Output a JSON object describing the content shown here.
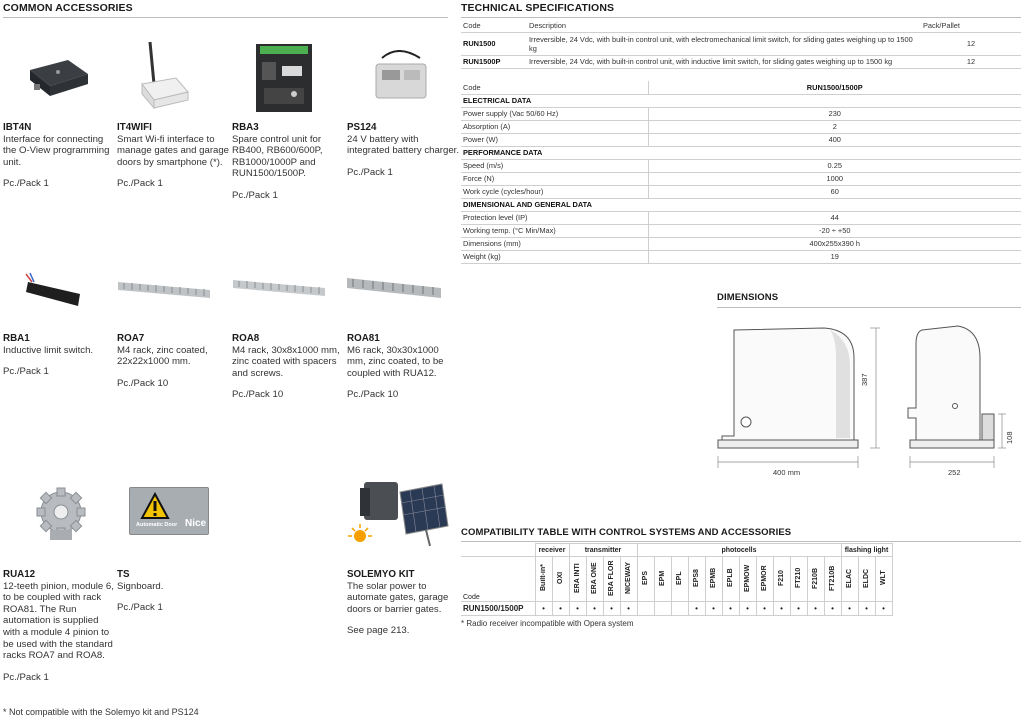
{
  "common_accessories": {
    "title": "COMMON ACCESSORIES",
    "items": [
      {
        "code": "IBT4N",
        "desc": "Interface for connecting the O-View programming unit.",
        "pack": "Pc./Pack  1"
      },
      {
        "code": "IT4WIFI",
        "desc": "Smart Wi-fi interface to manage gates and garage doors by smartphone (*).",
        "pack": "Pc./Pack  1"
      },
      {
        "code": "RBA3",
        "desc": "Spare control unit for RB400, RB600/600P, RB1000/1000P and RUN1500/1500P.",
        "pack": "Pc./Pack  1"
      },
      {
        "code": "PS124",
        "desc": "24 V battery with integrated battery charger.",
        "pack": "Pc./Pack  1"
      },
      {
        "code": "RBA1",
        "desc": "Inductive limit switch.",
        "pack": "Pc./Pack  1"
      },
      {
        "code": "ROA7",
        "desc": "M4 rack, zinc coated, 22x22x1000 mm.",
        "pack": "Pc./Pack  10"
      },
      {
        "code": "ROA8",
        "desc": "M4 rack, 30x8x1000 mm, zinc coated with spacers and screws.",
        "pack": "Pc./Pack  10"
      },
      {
        "code": "ROA81",
        "desc": "M6 rack, 30x30x1000 mm, zinc coated, to be coupled with RUA12.",
        "pack": "Pc./Pack  10"
      },
      {
        "code": "RUA12",
        "desc": "12-teeth pinion, module 6, to be coupled with rack ROA81. The Run automation is supplied with a module 4 pinion to be used with the standard racks ROA7 and ROA8.",
        "pack": "Pc./Pack  1"
      },
      {
        "code": "TS",
        "desc": "Signboard.",
        "pack": "Pc./Pack  1"
      },
      {
        "code": "SOLEMYO KIT",
        "desc": "The solar power to automate gates, garage doors or barrier gates.",
        "pack": "See page 213."
      }
    ],
    "ts_sign_text": "Automatic Door",
    "ts_logo_text": "Nice",
    "footnote": "* Not compatible with the Solemyo kit and PS124"
  },
  "technical_specifications": {
    "title": "TECHNICAL SPECIFICATIONS",
    "header": {
      "code": "Code",
      "description": "Description",
      "pack": "Pack/Pallet"
    },
    "products": [
      {
        "code": "RUN1500",
        "description": "Irreversible, 24 Vdc, with built-in control unit, with electromechanical limit switch, for sliding gates weighing up to 1500 kg",
        "pack": "12"
      },
      {
        "code": "RUN1500P",
        "description": "Irreversible, 24 Vdc, with built-in control unit, with inductive limit switch, for sliding gates weighing up to 1500 kg",
        "pack": "12"
      }
    ],
    "spec_header": {
      "label": "Code",
      "value": "RUN1500/1500P"
    },
    "groups": [
      {
        "title": "ELECTRICAL DATA",
        "rows": [
          {
            "label": "Power supply (Vac 50/60 Hz)",
            "value": "230"
          },
          {
            "label": "Absorption (A)",
            "value": "2"
          },
          {
            "label": "Power (W)",
            "value": "400"
          }
        ]
      },
      {
        "title": "PERFORMANCE DATA",
        "rows": [
          {
            "label": "Speed (m/s)",
            "value": "0.25"
          },
          {
            "label": "Force (N)",
            "value": "1000"
          },
          {
            "label": "Work cycle (cycles/hour)",
            "value": "60"
          }
        ]
      },
      {
        "title": "DIMENSIONAL AND GENERAL DATA",
        "rows": [
          {
            "label": "Protection level (IP)",
            "value": "44"
          },
          {
            "label": "Working temp. (°C Min/Max)",
            "value": "-20 ÷ +50"
          },
          {
            "label": "Dimensions (mm)",
            "value": "400x255x390 h"
          },
          {
            "label": "Weight (kg)",
            "value": "19"
          }
        ]
      }
    ]
  },
  "dimensions": {
    "title": "DIMENSIONS",
    "width_label": "400 mm",
    "height_label": "387",
    "depth_label": "252",
    "small_label": "108"
  },
  "compatibility": {
    "title": "COMPATIBILITY TABLE WITH CONTROL SYSTEMS AND ACCESSORIES",
    "groups": {
      "receiver": "receiver",
      "transmitter": "transmitter",
      "photocells": "photocells",
      "flashing": "flashing light"
    },
    "code_label": "Code",
    "columns": [
      "Built-in*",
      "OXI",
      "ERA INTI",
      "ERA ONE",
      "ERA FLOR",
      "NICEWAY",
      "EPS",
      "EPM",
      "EPL",
      "EPS8",
      "EPMB",
      "EPLB",
      "EPMOW",
      "EPMOR",
      "F210",
      "FT210",
      "F210B",
      "FT210B",
      "ELAC",
      "ELDC",
      "WLT"
    ],
    "row_code": "RUN1500/1500P",
    "row_values": [
      "•",
      "•",
      "•",
      "•",
      "•",
      "•",
      "",
      "",
      "",
      "•",
      "•",
      "•",
      "•",
      "•",
      "•",
      "•",
      "•",
      "•",
      "•",
      "•",
      "•"
    ],
    "note": "* Radio receiver incompatible with Opera system"
  },
  "colors": {
    "rule": "#bdbdbd",
    "grid": "#cfcfcf",
    "title": "#1a1a1a"
  }
}
